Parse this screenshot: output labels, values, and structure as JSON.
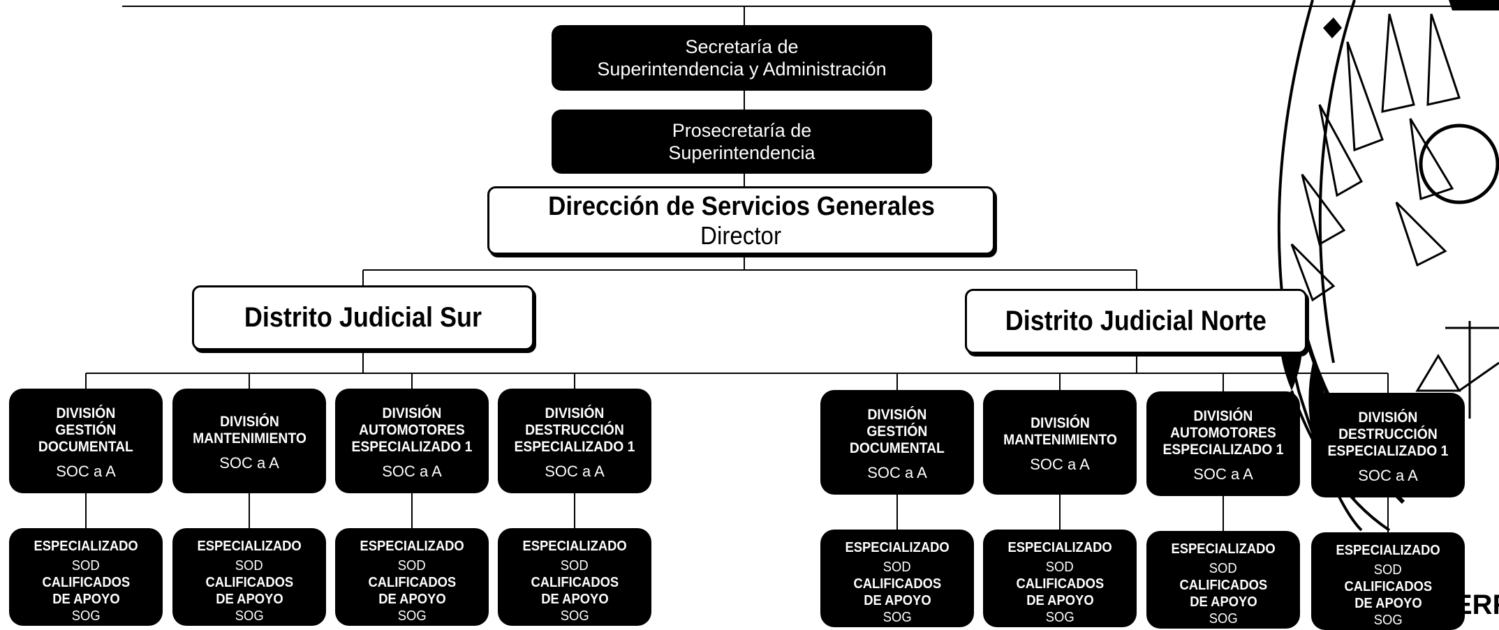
{
  "top": {
    "secretaria": [
      "Secretaría de",
      "Superintendencia y Administración"
    ],
    "prosecretaria": [
      "Prosecretaría de",
      "Superintendencia"
    ]
  },
  "direccion": {
    "title": "Dirección de Servicios Generales",
    "subtitle": "Director"
  },
  "districts": {
    "sur": {
      "name": "Distrito Judicial Sur",
      "divisions": [
        {
          "name": "DIVISIÓN\nGESTIÓN\nDOCUMENTAL",
          "code": "SOC a A"
        },
        {
          "name": "DIVISIÓN\nMANTENIMIENTO",
          "code": "SOC a A"
        },
        {
          "name": "DIVISIÓN\nAUTOMOTORES\nESPECIALIZADO 1",
          "code": "SOC a A"
        },
        {
          "name": "DIVISIÓN\nDESTRUCCIÓN\nESPECIALIZADO 1",
          "code": "SOC a A"
        }
      ]
    },
    "norte": {
      "name": "Distrito Judicial Norte",
      "divisions": [
        {
          "name": "DIVISIÓN\nGESTIÓN\nDOCUMENTAL",
          "code": "SOC a A"
        },
        {
          "name": "DIVISIÓN\nMANTENIMIENTO",
          "code": "SOC a A"
        },
        {
          "name": "DIVISIÓN\nAUTOMOTORES\nESPECIALIZADO 1",
          "code": "SOC a A"
        },
        {
          "name": "DIVISIÓN\nDESTRUCCIÓN\nESPECIALIZADO 1",
          "code": "SOC a A"
        }
      ]
    }
  },
  "staff": {
    "especializado": "ESPECIALIZADO",
    "sod": "SOD",
    "calificados": "CALIFICADOS",
    "de_apoyo": "DE APOYO",
    "sog": "SOG"
  },
  "seal": {
    "fragment_text": "ERR"
  }
}
